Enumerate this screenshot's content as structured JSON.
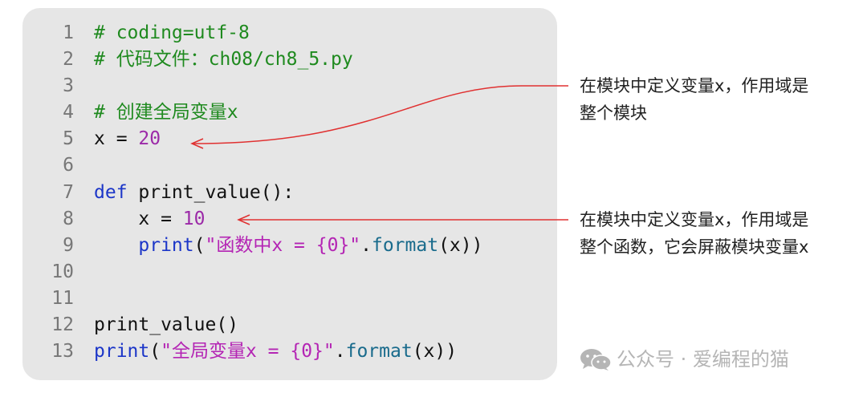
{
  "code": {
    "lines": [
      {
        "num": "1",
        "tokens": [
          {
            "text": "# coding=utf-8",
            "kind": "comment"
          }
        ]
      },
      {
        "num": "2",
        "tokens": [
          {
            "text": "# 代码文件：ch08/ch8_5.py",
            "kind": "comment"
          }
        ]
      },
      {
        "num": "3",
        "tokens": []
      },
      {
        "num": "4",
        "tokens": [
          {
            "text": "# 创建全局变量x",
            "kind": "comment"
          }
        ]
      },
      {
        "num": "5",
        "tokens": [
          {
            "text": "x = ",
            "kind": "text"
          },
          {
            "text": "20",
            "kind": "num"
          }
        ]
      },
      {
        "num": "6",
        "tokens": []
      },
      {
        "num": "7",
        "tokens": [
          {
            "text": "def",
            "kind": "kw"
          },
          {
            "text": " print_value():",
            "kind": "text"
          }
        ]
      },
      {
        "num": "8",
        "tokens": [
          {
            "text": "    x = ",
            "kind": "text"
          },
          {
            "text": "10",
            "kind": "num"
          }
        ]
      },
      {
        "num": "9",
        "tokens": [
          {
            "text": "    ",
            "kind": "text"
          },
          {
            "text": "print",
            "kind": "func"
          },
          {
            "text": "(",
            "kind": "text"
          },
          {
            "text": "\"函数中x = {0}\"",
            "kind": "str"
          },
          {
            "text": ".",
            "kind": "text"
          },
          {
            "text": "format",
            "kind": "method"
          },
          {
            "text": "(x))",
            "kind": "text"
          }
        ]
      },
      {
        "num": "10",
        "tokens": []
      },
      {
        "num": "11",
        "tokens": []
      },
      {
        "num": "12",
        "tokens": [
          {
            "text": "print_value()",
            "kind": "text"
          }
        ]
      },
      {
        "num": "13",
        "tokens": [
          {
            "text": "print",
            "kind": "func"
          },
          {
            "text": "(",
            "kind": "text"
          },
          {
            "text": "\"全局变量x = {0}\"",
            "kind": "str"
          },
          {
            "text": ".",
            "kind": "text"
          },
          {
            "text": "format",
            "kind": "method"
          },
          {
            "text": "(x))",
            "kind": "text"
          }
        ]
      }
    ]
  },
  "annotations": {
    "global": {
      "line1": "在模块中定义变量x，作用域是",
      "line2": "整个模块"
    },
    "local": {
      "line1": "在模块中定义变量x，作用域是",
      "line2": "整个函数，它会屏蔽模块变量x"
    }
  },
  "watermark": {
    "text": "公众号 · 爱编程的猫",
    "icon": "wechat-icon"
  },
  "colors": {
    "arrow": "#e03030",
    "panel": "#e6e6e6"
  }
}
